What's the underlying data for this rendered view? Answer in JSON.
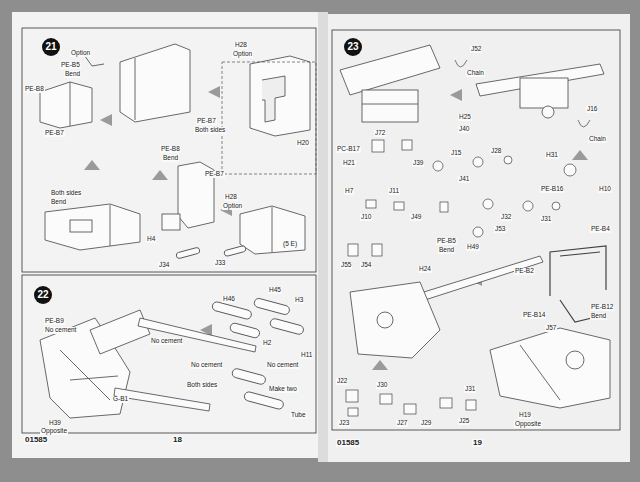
{
  "diagram": {
    "nodes": [
      {
        "text": [
          "21"
        ]
      },
      {
        "text": [
          "22"
        ]
      },
      {
        "text": [
          "23"
        ]
      }
    ],
    "labels": [
      "Option",
      "PE-B5",
      "Bend",
      "PE-B8",
      "PE-B7",
      "PE-B7",
      "Both sides",
      "H28",
      "Option",
      "H20",
      "PE-B8",
      "Bend",
      "PE-B7",
      "Both sides",
      "Bend",
      "H28",
      "Option",
      "H4",
      "J34",
      "J33",
      "(5 E)",
      "H46",
      "H45",
      "H3",
      "PE-B9",
      "No cement",
      "No cement",
      "H2",
      "H11",
      "No cement",
      "No cement",
      "Both sides",
      "Make two",
      "G-B1",
      "Tube",
      "H39",
      "Opposite",
      "01585",
      "18",
      "01585",
      "19",
      "J52",
      "Chain",
      "H25",
      "J40",
      "J72",
      "PC-B17",
      "H21",
      "H7",
      "J39",
      "J15",
      "J41",
      "J28",
      "J11",
      "H31",
      "J16",
      "Chain",
      "H10",
      "PE-B16",
      "J10",
      "J49",
      "J32",
      "J31",
      "J53",
      "PE-B5",
      "Bend",
      "H49",
      "PE-B4",
      "H24",
      "PE-B2",
      "J55",
      "J54",
      "PE-B14",
      "PE-B12",
      "Bend",
      "J57",
      "J22",
      "J30",
      "J23",
      "J27",
      "J29",
      "J31",
      "J25",
      "H19",
      "Opposite"
    ]
  }
}
